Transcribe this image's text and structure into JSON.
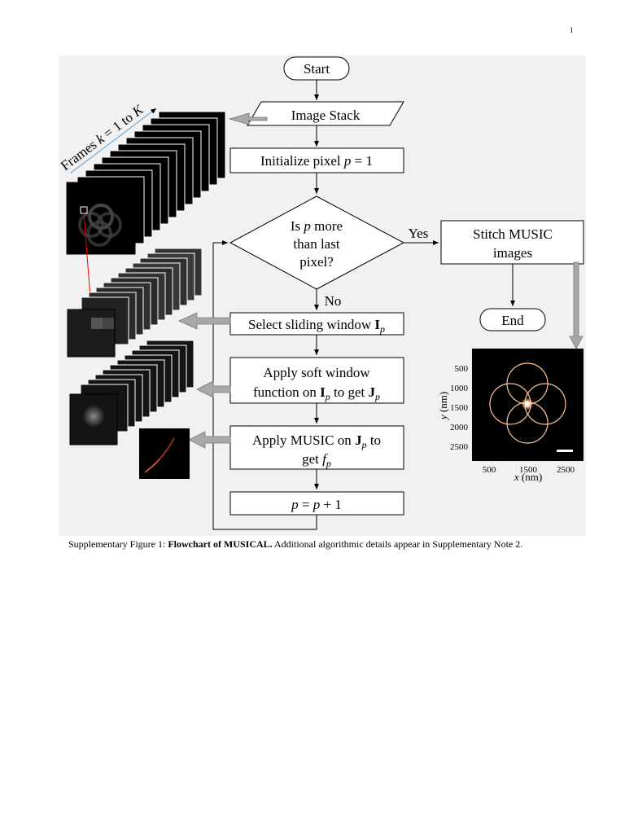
{
  "page_number": "1",
  "flow": {
    "start": "Start",
    "image_stack": "Image Stack",
    "init_prefix": "Initialize pixel ",
    "init_var": "p",
    "init_suffix": " = 1",
    "decision_l1a": "Is ",
    "decision_l1var": "p",
    "decision_l1b": " more",
    "decision_l2": "than last",
    "decision_l3": "pixel?",
    "yes": "Yes",
    "no": "No",
    "stitch_l1": "Stitch MUSIC",
    "stitch_l2": "images",
    "end": "End",
    "select_text": "Select sliding window ",
    "select_bold": "I",
    "select_sub": "p",
    "soft_l1": "Apply soft window",
    "soft_l2a": "function on ",
    "soft_l2b": "I",
    "soft_l2c": "p",
    "soft_l2d": " to get ",
    "soft_l2e": "J",
    "soft_l2f": "p",
    "music_l1a": "Apply MUSIC on ",
    "music_l1b": "J",
    "music_l1c": "p",
    "music_l1d": " to",
    "music_l2a": "get ",
    "music_l2b": "f",
    "music_l2c": "p",
    "incr_a": "p",
    "incr_b": " = ",
    "incr_c": "p",
    "incr_d": " + 1"
  },
  "frames_label": {
    "a": "Frames ",
    "b": "k",
    "c": " = 1 to ",
    "d": "K"
  },
  "result_image": {
    "y_label_var": "y",
    "y_label_unit": " (nm)",
    "x_label_var": "x",
    "x_label_unit": " (nm)",
    "y_ticks": [
      "500",
      "1000",
      "1500",
      "2000",
      "2500"
    ],
    "x_ticks": [
      "500",
      "1500",
      "2500"
    ]
  },
  "caption": {
    "prefix": "Supplementary Figure 1: ",
    "title": "Flowchart of MUSICAL.",
    "rest": " Additional algorithmic details appear in Supplementary Note 2."
  }
}
